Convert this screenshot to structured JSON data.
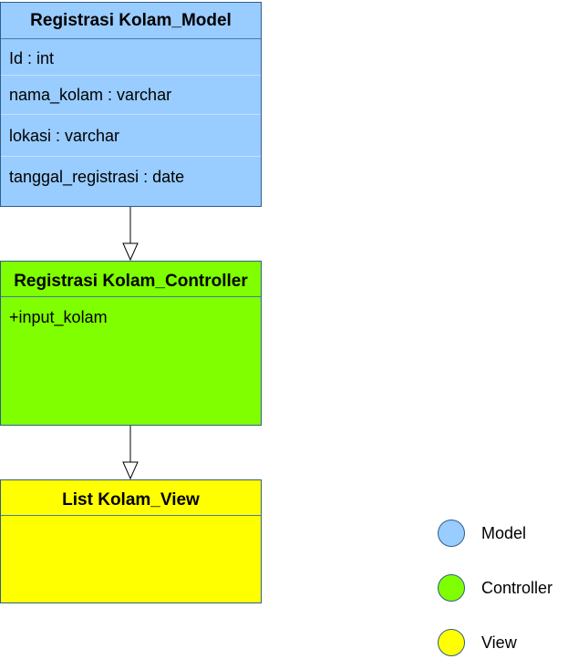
{
  "model": {
    "title": "Registrasi Kolam_Model",
    "attributes": [
      "Id : int",
      "nama_kolam : varchar",
      "lokasi : varchar",
      "tanggal_registrasi : date"
    ],
    "color": "#99ccff"
  },
  "controller": {
    "title": "Registrasi Kolam_Controller",
    "operations": [
      "+input_kolam"
    ],
    "color": "#80ff00"
  },
  "view": {
    "title": "List Kolam_View",
    "color": "#ffff00"
  },
  "legend": {
    "items": [
      {
        "label": "Model",
        "color": "#99ccff"
      },
      {
        "label": "Controller",
        "color": "#80ff00"
      },
      {
        "label": "View",
        "color": "#ffff00"
      }
    ]
  }
}
